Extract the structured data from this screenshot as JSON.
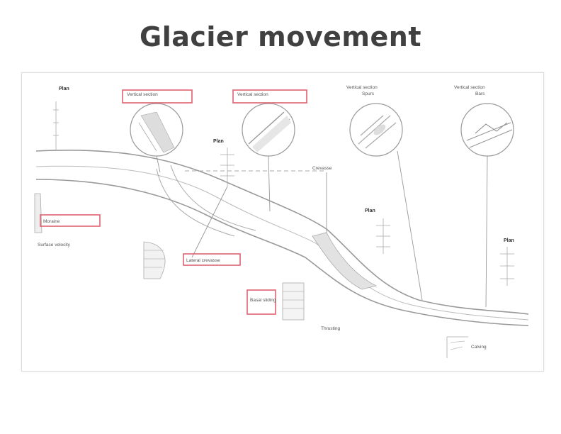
{
  "title": "Glacier movement",
  "diagram": {
    "plan_labels": [
      "Plan",
      "Plan",
      "Plan",
      "Plan"
    ],
    "sections": [
      {
        "line1": "Vertical section",
        "line2": ""
      },
      {
        "line1": "Vertical section",
        "line2": ""
      },
      {
        "line1": "Vertical section",
        "line2": "Spurs"
      },
      {
        "line1": "Vertical section",
        "line2": "Bars"
      }
    ],
    "labels": {
      "moraine": "Moraine",
      "basal_sliding": "Basal sliding",
      "surface_velocity": "Surface velocity",
      "crevasse": "Crevasse",
      "lateral_crevasse": "Lateral crevasse",
      "thrusting": "Thrusting",
      "calving": "Calving"
    },
    "accent_color": "#e06070"
  }
}
